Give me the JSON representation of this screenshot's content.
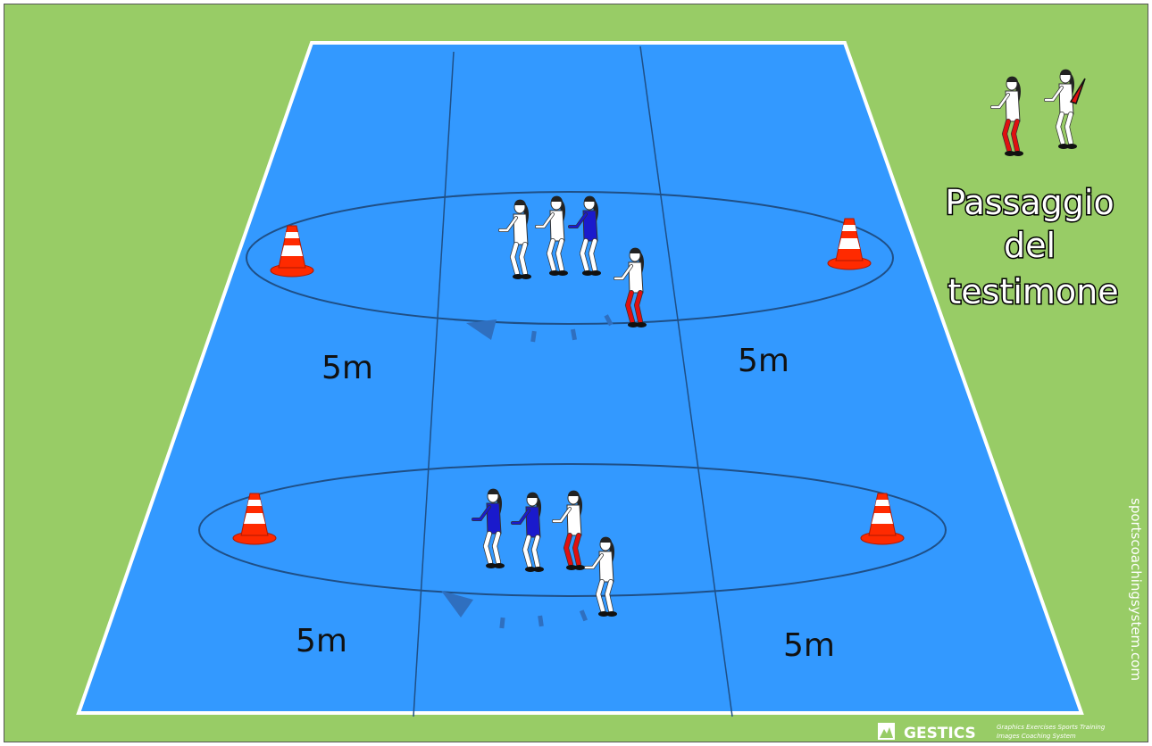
{
  "title": {
    "lines": [
      "Passaggio",
      "del",
      "testimone"
    ]
  },
  "distances": {
    "top_left": "5m",
    "top_right": "5m",
    "bottom_left": "5m",
    "bottom_right": "5m"
  },
  "watermark": "sportscoachingsystem.com",
  "logo": {
    "brand": "GESTICS",
    "tagline_1": "Graphics Exercises Sports Training",
    "tagline_2": "Images Coaching System"
  },
  "colors": {
    "grass": "#98cc66",
    "court": "#3399ff",
    "court_lines": "#ffffff",
    "zone_lines": "#1f4f86",
    "athlete_blue": "#1a1acc",
    "athlete_red": "#e01010",
    "cone": "#ff2a00"
  }
}
